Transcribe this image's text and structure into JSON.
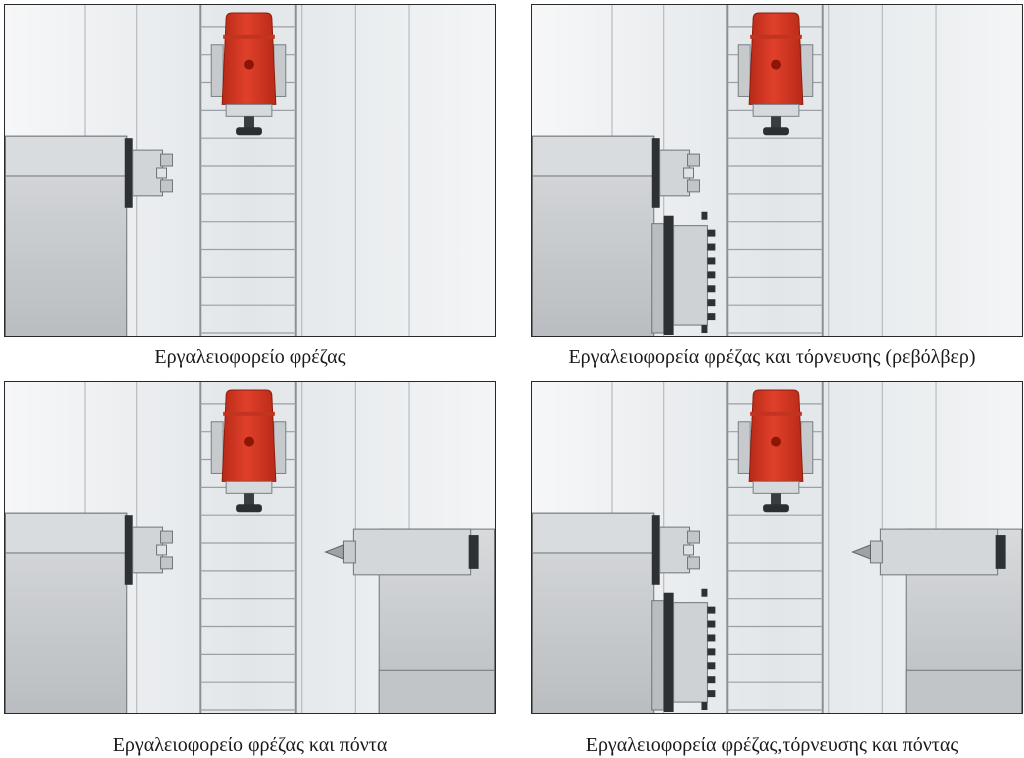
{
  "panels": [
    {
      "id": "milling-magazine",
      "caption": "Εργαλειοφορείο φρέζας",
      "revolver": false,
      "tailstock": false
    },
    {
      "id": "milling-turning-revolver",
      "caption": "Εργαλειοφορεία φρέζας και τόρνευσης (ρεβόλβερ)",
      "revolver": true,
      "tailstock": false
    },
    {
      "id": "milling-tailstock",
      "caption": "Εργαλειοφορείο φρέζας και πόντα",
      "revolver": false,
      "tailstock": true
    },
    {
      "id": "milling-turning-tailstock",
      "caption": "Εργαλειοφορεία φρέζας,τόρνευσης και πόντας",
      "revolver": true,
      "tailstock": true
    }
  ],
  "colors": {
    "spindle_red": "#e0402a",
    "spindle_dark_red": "#b82a18",
    "machine_grey": "#c4c7ca",
    "frame_line": "#8a8f94",
    "background": "#eef1f3"
  }
}
